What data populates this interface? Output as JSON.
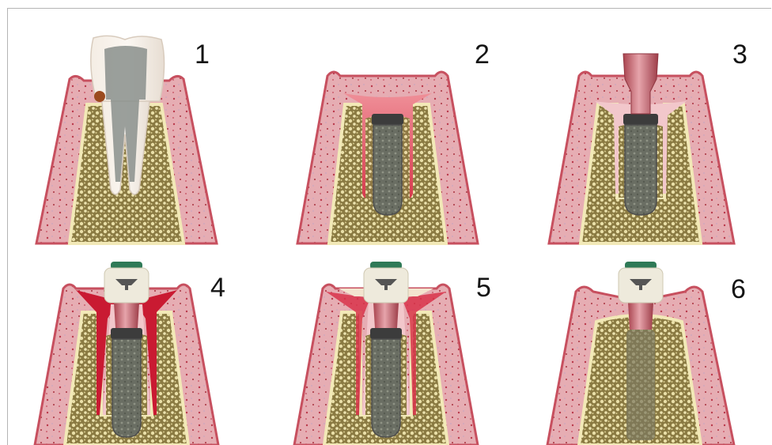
{
  "panels": [
    {
      "label": "1",
      "stage": "natural-tooth"
    },
    {
      "label": "2",
      "stage": "implant-placed"
    },
    {
      "label": "3",
      "stage": "healing-abutment"
    },
    {
      "label": "4",
      "stage": "cap-with-red-gaps"
    },
    {
      "label": "5",
      "stage": "cap-tissue-filling"
    },
    {
      "label": "6",
      "stage": "cap-fully-integrated"
    }
  ],
  "colors": {
    "gum": "#e5a8ae",
    "gum_edge": "#c7505f",
    "bone_outline": "#f2e9b7",
    "bone_fill": "#8a7a42",
    "implant": "#4d4d4d",
    "abutment": "#c46b74",
    "cap": "#eeeadc",
    "cap_top": "#2f7a57"
  }
}
